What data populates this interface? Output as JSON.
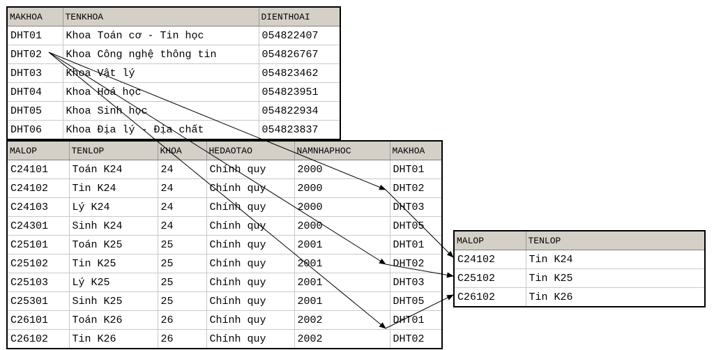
{
  "khoa_table": {
    "headers": [
      "MAKHOA",
      "TENKHOA",
      "DIENTHOAI"
    ],
    "rows": [
      [
        "DHT01",
        "Khoa Toán cơ - Tin học",
        "054822407"
      ],
      [
        "DHT02",
        "Khoa Công nghệ thông tin",
        "054826767"
      ],
      [
        "DHT03",
        "Khoa Vật lý",
        "054823462"
      ],
      [
        "DHT04",
        "Khoa Hoá học",
        "054823951"
      ],
      [
        "DHT05",
        "Khoa Sinh học",
        "054822934"
      ],
      [
        "DHT06",
        "Khoa Địa lý - Địa chất",
        "054823837"
      ]
    ]
  },
  "lop_table": {
    "headers": [
      "MALOP",
      "TENLOP",
      "KHOA",
      "HEDAOTAO",
      "NAMNHAPHOC",
      "MAKHOA"
    ],
    "rows": [
      [
        "C24101",
        "Toán K24",
        "24",
        "Chính quy",
        "2000",
        "DHT01"
      ],
      [
        "C24102",
        "Tin K24",
        "24",
        "Chính quy",
        "2000",
        "DHT02"
      ],
      [
        "C24103",
        "Lý K24",
        "24",
        "Chính quy",
        "2000",
        "DHT03"
      ],
      [
        "C24301",
        "Sinh K24",
        "24",
        "Chính quy",
        "2000",
        "DHT05"
      ],
      [
        "C25101",
        "Toán K25",
        "25",
        "Chính quy",
        "2001",
        "DHT01"
      ],
      [
        "C25102",
        "Tin K25",
        "25",
        "Chính quy",
        "2001",
        "DHT02"
      ],
      [
        "C25103",
        "Lý K25",
        "25",
        "Chính quy",
        "2001",
        "DHT03"
      ],
      [
        "C25301",
        "Sinh K25",
        "25",
        "Chính quy",
        "2001",
        "DHT05"
      ],
      [
        "C26101",
        "Toán K26",
        "26",
        "Chính quy",
        "2002",
        "DHT01"
      ],
      [
        "C26102",
        "Tin K26",
        "26",
        "Chính quy",
        "2002",
        "DHT02"
      ]
    ]
  },
  "result_table": {
    "headers": [
      "MALOP",
      "TENLOP"
    ],
    "rows": [
      [
        "C24102",
        "Tin K24"
      ],
      [
        "C25102",
        "Tin K25"
      ],
      [
        "C26102",
        "Tin K26"
      ]
    ]
  },
  "connections": [
    {
      "from": "khoa.DHT02",
      "to": "lop.C24102"
    },
    {
      "from": "khoa.DHT02",
      "to": "lop.C25102"
    },
    {
      "from": "khoa.DHT02",
      "to": "lop.C26102"
    },
    {
      "from": "lop.C24102",
      "to": "result.C24102"
    },
    {
      "from": "lop.C25102",
      "to": "result.C25102"
    },
    {
      "from": "lop.C26102",
      "to": "result.C26102"
    }
  ],
  "colors": {
    "header_bg": "#d4d0c8",
    "arrow": "#000000"
  }
}
